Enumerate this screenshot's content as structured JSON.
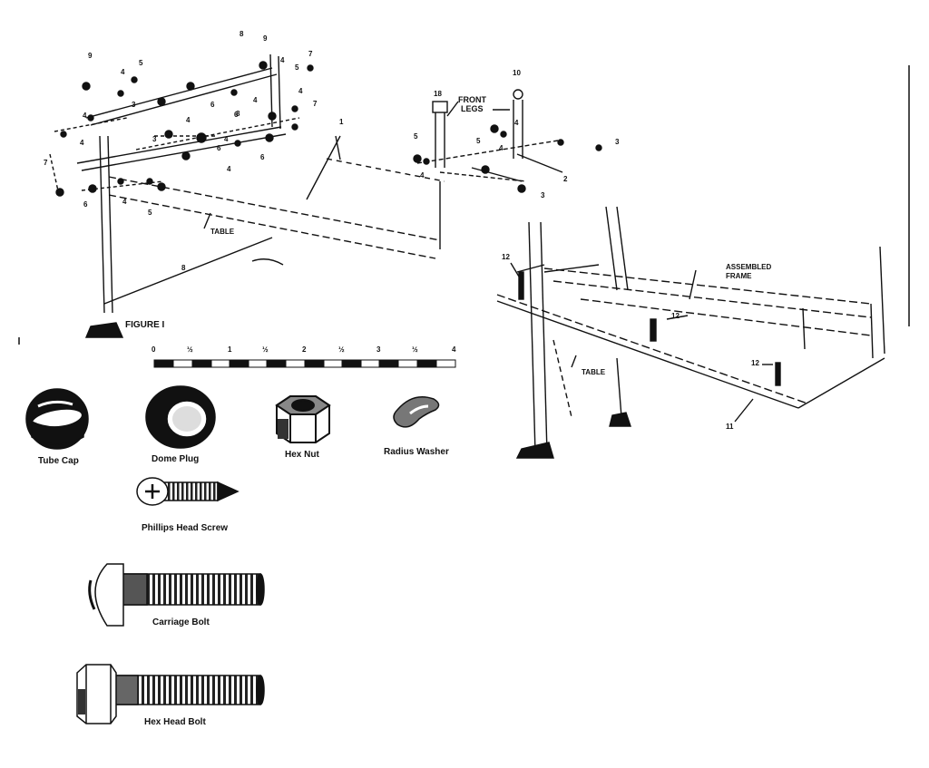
{
  "figure": {
    "caption": "FIGURE I"
  },
  "callouts": {
    "front_legs_line1": "FRONT",
    "front_legs_line2": "LEGS",
    "table_left": "TABLE",
    "table_right": "TABLE",
    "assembled_frame_line1": "ASSEMBLED",
    "assembled_frame_line2": "FRAME",
    "n1": "1",
    "n2": "2",
    "n3": "3",
    "n4": "4",
    "n5": "5",
    "n6": "6",
    "n7": "7",
    "n8": "8",
    "n9": "9",
    "n10": "10",
    "n11": "11",
    "n12": "12"
  },
  "ruler": {
    "ticks": [
      "0",
      "½",
      "1",
      "½",
      "2",
      "½",
      "3",
      "½",
      "4"
    ]
  },
  "parts": {
    "tube_cap": "Tube Cap",
    "dome_plug": "Dome Plug",
    "hex_nut": "Hex Nut",
    "radius_washer": "Radius Washer",
    "phillips_screw": "Phillips Head Screw",
    "carriage_bolt": "Carriage Bolt",
    "hex_head_bolt": "Hex Head Bolt"
  },
  "icons": [
    "tube-cap-icon",
    "dome-plug-icon",
    "hex-nut-icon",
    "radius-washer-icon",
    "phillips-screw-icon",
    "carriage-bolt-icon",
    "hex-head-bolt-icon"
  ]
}
